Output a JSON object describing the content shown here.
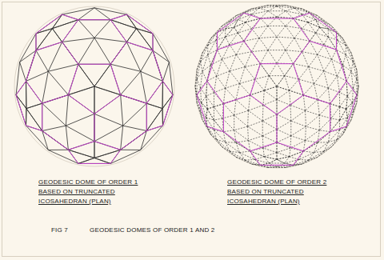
{
  "diagram": {
    "caption": "GEODESIC DOMES OF ORDER 1 AND 2",
    "labels": [
      "GEODESIC DOME OF ORDER 1",
      "BASED ON TRUNCATED",
      "ICOSAHEDRAN (PLAN)",
      "GEODESIC DOME OF ORDER 2",
      "BASED ON TRUNCATED",
      "ICOSAHEDRAN (PLAN)",
      "FIG 7"
    ]
  }
}
